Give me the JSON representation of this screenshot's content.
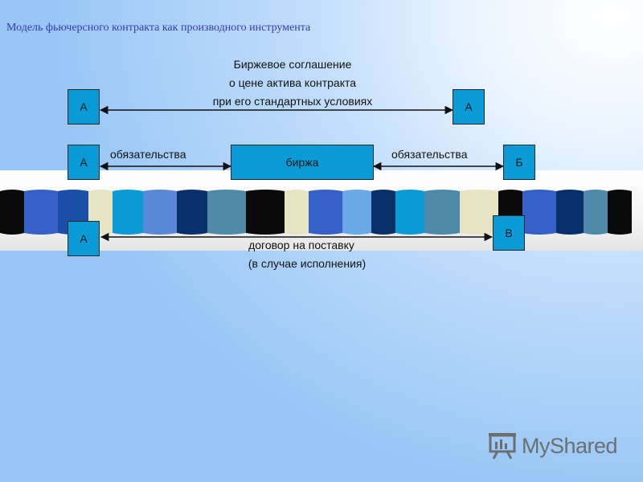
{
  "slide": {
    "title": "Модель фьючерсного контракта как производного инструмента"
  },
  "row1": {
    "left_box": "А",
    "right_box": "А",
    "caption_line1": "Биржевое соглашение",
    "caption_line2": "о цене актива контракта",
    "caption_line3": "при его стандартных условиях"
  },
  "row2": {
    "left_box": "А",
    "left_label": "обязательства",
    "center_box": "биржа",
    "right_label": "обязательства",
    "right_box": "Б"
  },
  "row3": {
    "left_box": "А",
    "right_box": "В",
    "caption_line1": "договор на поставку",
    "caption_line2": "(в случае исполнения)"
  },
  "watermark": {
    "text": "MyShared",
    "icon": "presentation-board-icon"
  },
  "colors": {
    "box_fill": "#0a9ad6",
    "title_color": "#3a3aa8"
  }
}
